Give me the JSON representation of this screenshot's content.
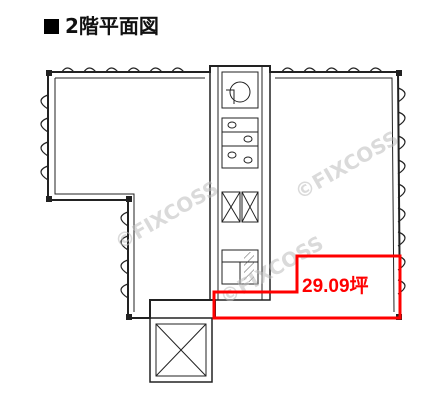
{
  "title": "2階平面図",
  "area_label": "29.09坪",
  "watermark": "©FIXCOSS",
  "colors": {
    "wall": "#222222",
    "highlight": "#ff0000",
    "watermark": "#bdbdbd",
    "background": "#ffffff"
  },
  "icons": [
    "black-square-bullet-icon"
  ]
}
